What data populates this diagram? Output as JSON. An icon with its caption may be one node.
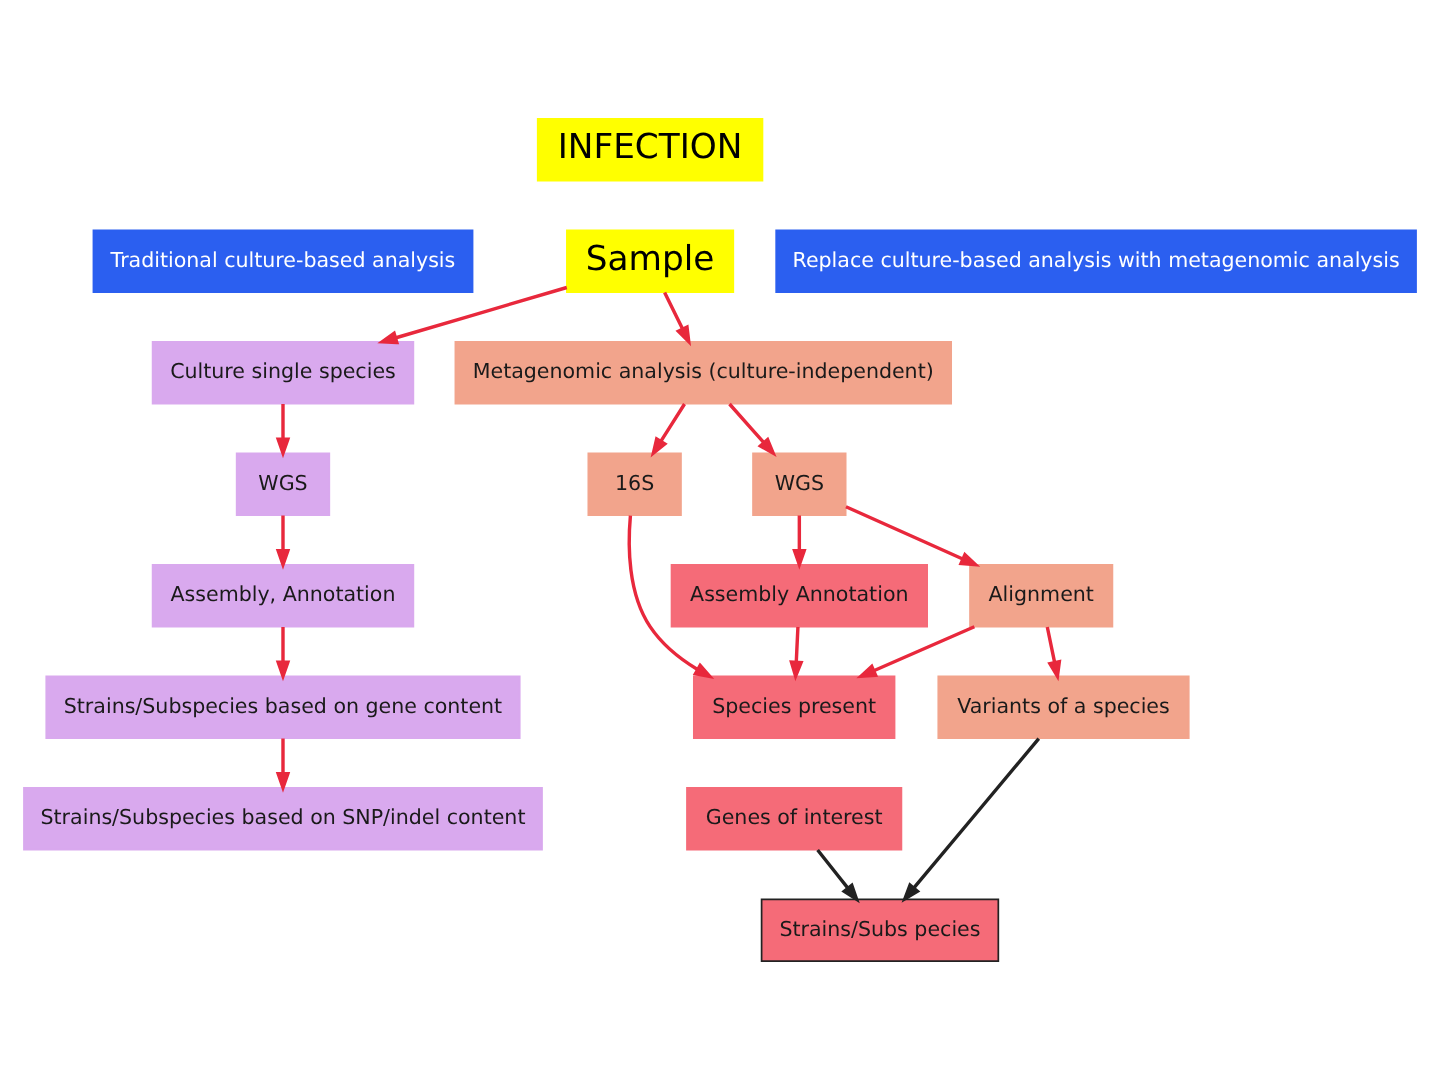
{
  "diagram": {
    "nodes": [
      {
        "text": [
          "INFECTION"
        ]
      },
      {
        "text": [
          "Sample"
        ]
      },
      {
        "text": [
          "Traditional culture-based analysis"
        ]
      },
      {
        "text": [
          "Replace culture-based analysis with metagenomic analysis"
        ]
      },
      {
        "text": [
          "Culture single species"
        ]
      },
      {
        "text": [
          "WGS"
        ]
      },
      {
        "text": [
          "Assembly, Annotation"
        ]
      },
      {
        "text": [
          "Strains/Subspecies based on gene content"
        ]
      },
      {
        "text": [
          "Strains/Subspecies based on SNP/indel content"
        ]
      },
      {
        "text": [
          "Metagenomic analysis (culture-independent)"
        ]
      },
      {
        "text": [
          "WGS"
        ]
      },
      {
        "text": [
          "16S"
        ]
      },
      {
        "text": [
          "Alignment"
        ]
      },
      {
        "text": [
          "Assembly Annotation"
        ]
      },
      {
        "text": [
          "Species present"
        ]
      },
      {
        "text": [
          "Genes of interest"
        ]
      },
      {
        "text": [
          "Variants of a species"
        ]
      },
      {
        "text": [
          "Strains/Subs pecies"
        ]
      }
    ],
    "edges": [
      {
        "from": 1,
        "to": 4,
        "arrow": "to"
      },
      {
        "from": 1,
        "to": 9,
        "arrow": "to"
      },
      {
        "from": 4,
        "to": 5,
        "arrow": "to"
      },
      {
        "from": 5,
        "to": 6,
        "arrow": "to"
      },
      {
        "from": 6,
        "to": 7,
        "arrow": "to"
      },
      {
        "from": 7,
        "to": 8,
        "arrow": "to"
      },
      {
        "from": 9,
        "to": 10,
        "arrow": "to"
      },
      {
        "from": 9,
        "to": 11,
        "arrow": "to"
      },
      {
        "from": 10,
        "to": 12,
        "arrow": "to"
      },
      {
        "from": 10,
        "to": 13,
        "arrow": "to"
      },
      {
        "from": 12,
        "to": 14,
        "arrow": "to"
      },
      {
        "from": 13,
        "to": 14,
        "arrow": "to"
      },
      {
        "from": 11,
        "to": 14,
        "arrow": "to"
      },
      {
        "from": 12,
        "to": 16,
        "arrow": "to"
      },
      {
        "from": 15,
        "to": 17,
        "arrow": "to",
        "color": "#222222"
      },
      {
        "from": 16,
        "to": 17,
        "arrow": "to",
        "color": "#222222"
      }
    ]
  }
}
